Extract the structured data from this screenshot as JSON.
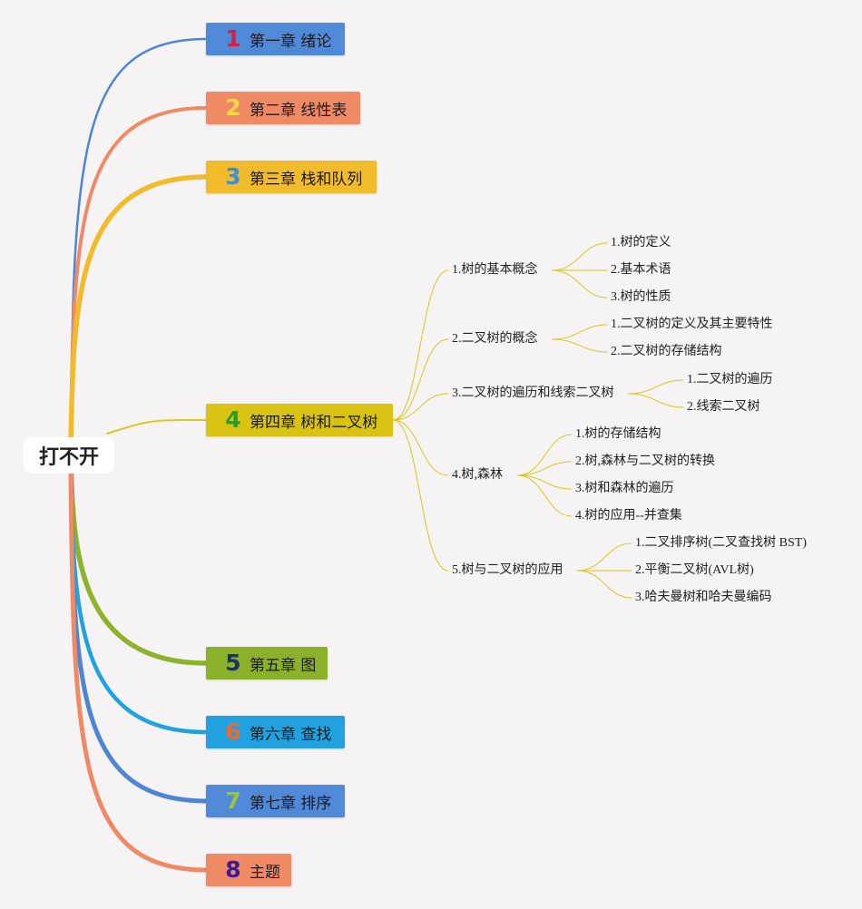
{
  "root": {
    "label": "打不开"
  },
  "chapters": [
    {
      "num": "1",
      "label": "第一章 绪论",
      "bg": "#5189d9",
      "num_color": "#d61f3c",
      "line": "#4e86d4"
    },
    {
      "num": "2",
      "label": "第二章 线性表",
      "bg": "#f08a64",
      "num_color": "#fbd84a",
      "line": "#ef8a67"
    },
    {
      "num": "3",
      "label": "第三章 栈和队列",
      "bg": "#f1bb2b",
      "num_color": "#3a8fd6",
      "line": "#f1bc2c"
    },
    {
      "num": "4",
      "label": "第四章 树和二叉树",
      "bg": "#d8c313",
      "num_color": "#2a9b2a",
      "line": "#dcc623"
    },
    {
      "num": "5",
      "label": "第五章 图",
      "bg": "#8bb12a",
      "num_color": "#1d2f66",
      "line": "#8db22c"
    },
    {
      "num": "6",
      "label": "第六章 查找",
      "bg": "#21a2df",
      "num_color": "#ef6a2e",
      "line": "#21a2df"
    },
    {
      "num": "7",
      "label": "第七章 排序",
      "bg": "#5189d9",
      "num_color": "#9ac63a",
      "line": "#4e86d4"
    },
    {
      "num": "8",
      "label": "主题",
      "bg": "#f08a64",
      "num_color": "#3d1a91",
      "line": "#ef8a67"
    }
  ],
  "chapter4_topics": [
    {
      "label": "1.树的基本概念",
      "children": [
        "1.树的定义",
        "2.基本术语",
        "3.树的性质"
      ]
    },
    {
      "label": "2.二叉树的概念",
      "children": [
        "1.二叉树的定义及其主要特性",
        "2.二叉树的存储结构"
      ]
    },
    {
      "label": "3.二叉树的遍历和线索二叉树",
      "children": [
        "1.二叉树的遍历",
        "2.线索二叉树"
      ]
    },
    {
      "label": "4.树,森林",
      "children": [
        "1.树的存储结构",
        "2.树,森林与二叉树的转换",
        "3.树和森林的遍历",
        "4.树的应用--并查集"
      ]
    },
    {
      "label": "5.树与二叉树的应用",
      "children": [
        "1.二叉排序树(二叉查找树 BST)",
        "2.平衡二叉树(AVL树)",
        "3.哈夫曼树和哈夫曼编码"
      ]
    }
  ],
  "branch_line_color": "#dcc623"
}
